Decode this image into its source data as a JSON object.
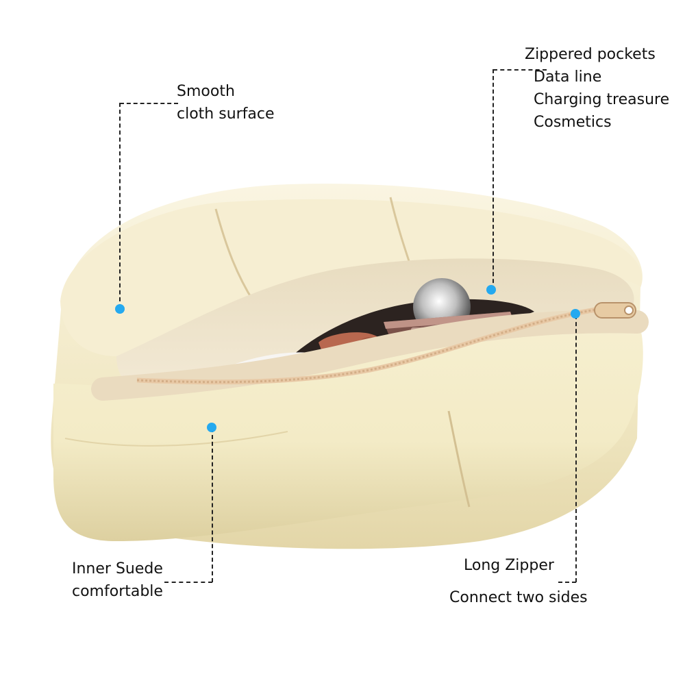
{
  "annotations": {
    "smooth": {
      "line1": "Smooth",
      "line2": "cloth surface"
    },
    "pockets": {
      "title": "Zippered pockets",
      "items": [
        "Data line",
        "Charging treasure",
        "Cosmetics"
      ]
    },
    "suede": {
      "line1": "Inner Suede",
      "line2": "comfortable"
    },
    "zipper": {
      "line1": "Long Zipper",
      "line2": "Connect two sides"
    }
  },
  "colors": {
    "marker": "#25a9ef",
    "shell": "#f4edcc",
    "lining": "#efe3c8",
    "lipstick": "#b8684f",
    "zipper_tape": "#e8c9a6"
  },
  "icons": {
    "marker": "dot-marker"
  }
}
